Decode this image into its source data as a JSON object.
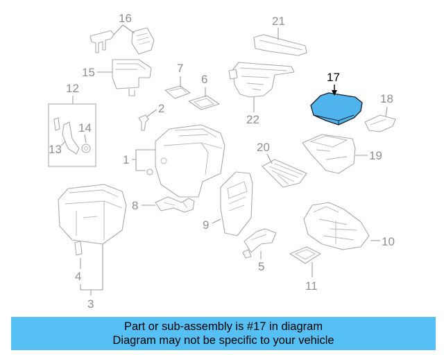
{
  "diagram": {
    "highlight_color": "#4fb4ee",
    "selected_part": "17",
    "callouts": {
      "c1": "1",
      "c2": "2",
      "c3": "3",
      "c4": "4",
      "c5": "5",
      "c6": "6",
      "c7": "7",
      "c8": "8",
      "c9": "9",
      "c10": "10",
      "c11": "11",
      "c12": "12",
      "c13": "13",
      "c14": "14",
      "c15": "15",
      "c16": "16",
      "c17": "17",
      "c18": "18",
      "c19": "19",
      "c20": "20",
      "c21": "21",
      "c22": "22"
    }
  },
  "banner": {
    "line1": "Part or sub-assembly is #17 in diagram",
    "line2": "Diagram may not be specific to your vehicle",
    "background": "#56bff4"
  }
}
